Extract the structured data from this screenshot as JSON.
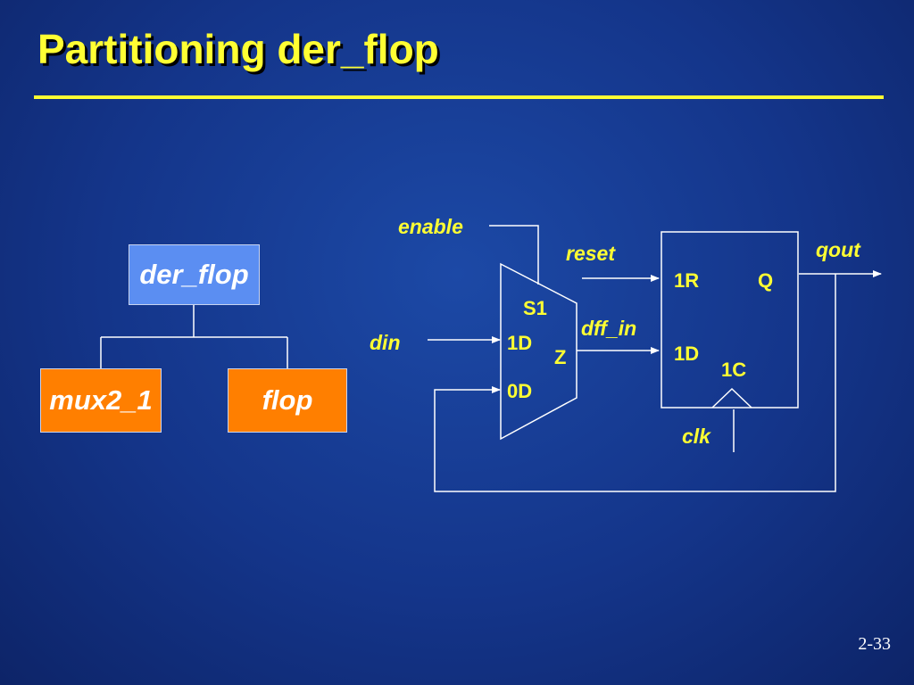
{
  "slide": {
    "title": "Partitioning der_flop",
    "page_number": "2-33"
  },
  "hierarchy": {
    "top": "der_flop",
    "children": [
      "mux2_1",
      "flop"
    ]
  },
  "circuit": {
    "signals": {
      "enable": "enable",
      "reset": "reset",
      "qout": "qout",
      "din": "din",
      "dff_in": "dff_in",
      "clk": "clk"
    },
    "mux_pins": {
      "select": "S1",
      "in1": "1D",
      "out": "Z",
      "in0": "0D"
    },
    "flop_pins": {
      "reset": "1R",
      "q": "Q",
      "d": "1D",
      "clock": "1C"
    }
  },
  "colors": {
    "title": "#ffff33",
    "top_box": "#5b8ef2",
    "child_box": "#ff7f00",
    "wire": "#ffffff"
  }
}
